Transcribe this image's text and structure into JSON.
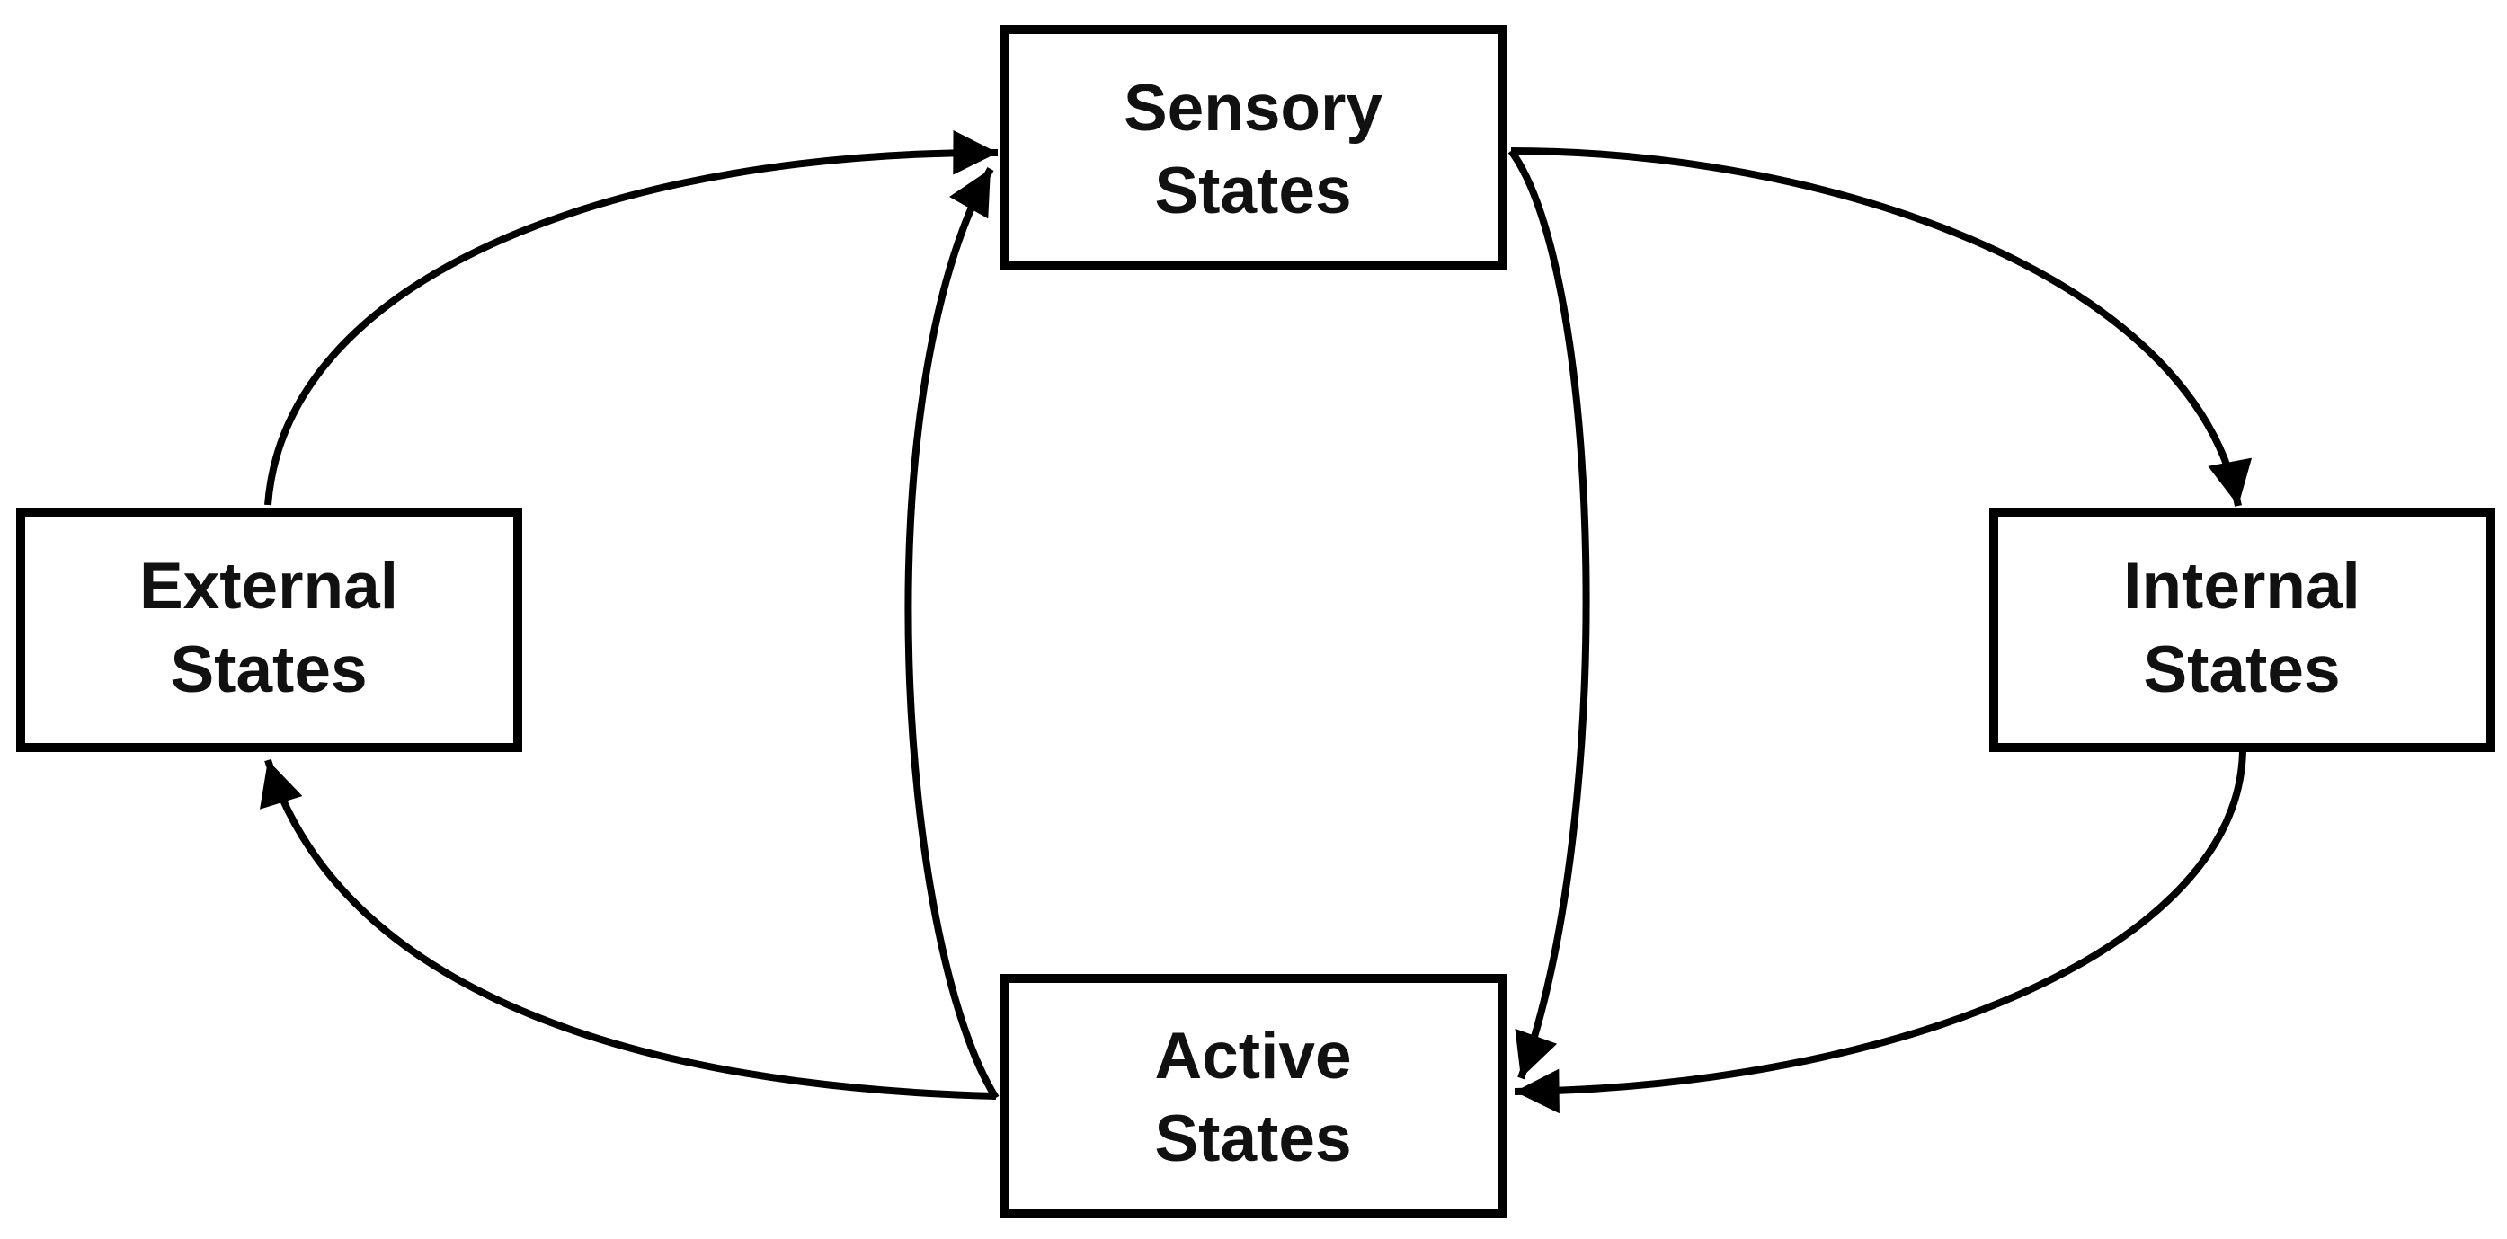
{
  "nodes": {
    "sensory": {
      "line1": "Sensory",
      "line2": "States"
    },
    "external": {
      "line1": "External",
      "line2": "States"
    },
    "internal": {
      "line1": "Internal",
      "line2": "States"
    },
    "active": {
      "line1": "Active",
      "line2": "States"
    }
  },
  "edges": [
    {
      "from": "external",
      "to": "sensory"
    },
    {
      "from": "active",
      "to": "sensory"
    },
    {
      "from": "sensory",
      "to": "internal"
    },
    {
      "from": "sensory",
      "to": "active"
    },
    {
      "from": "internal",
      "to": "active"
    },
    {
      "from": "active",
      "to": "external"
    }
  ],
  "colors": {
    "line": "#000000",
    "text": "#111111",
    "background": "#ffffff"
  }
}
